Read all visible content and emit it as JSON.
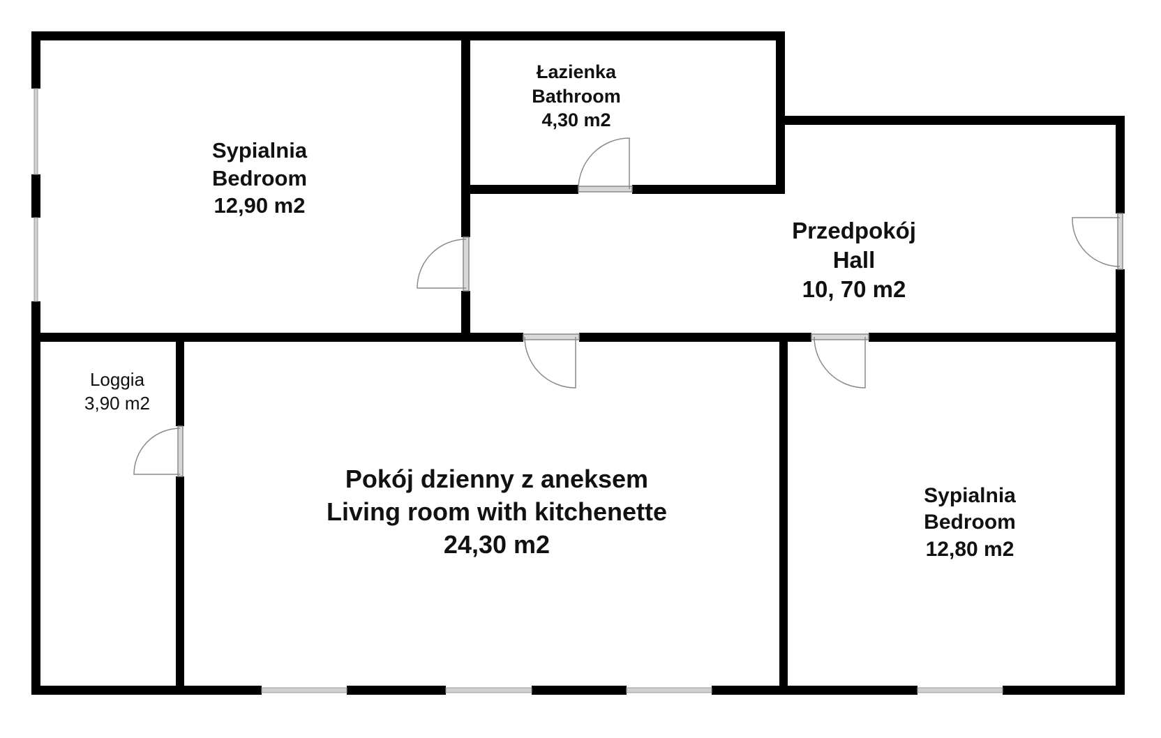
{
  "plan": {
    "wall_color": "#000000",
    "window_color": "#c8c8c8",
    "door_line_color": "#8a8a8a",
    "background": "#ffffff"
  },
  "rooms": [
    {
      "id": "bedroom-1",
      "name_pl": "Sypialnia",
      "name_en": "Bedroom",
      "area": "12,90 m2"
    },
    {
      "id": "bathroom",
      "name_pl": "Łazienka",
      "name_en": "Bathroom",
      "area": "4,30 m2"
    },
    {
      "id": "hall",
      "name_pl": "Przedpokój",
      "name_en": "Hall",
      "area": "10, 70 m2"
    },
    {
      "id": "loggia",
      "name_pl": "Loggia",
      "area": "3,90 m2"
    },
    {
      "id": "living-room",
      "name_pl": "Pokój dzienny z aneksem",
      "name_en": "Living room with kitchenette",
      "area": "24,30 m2"
    },
    {
      "id": "bedroom-2",
      "name_pl": "Sypialnia",
      "name_en": "Bedroom",
      "area": "12,80 m2"
    }
  ]
}
